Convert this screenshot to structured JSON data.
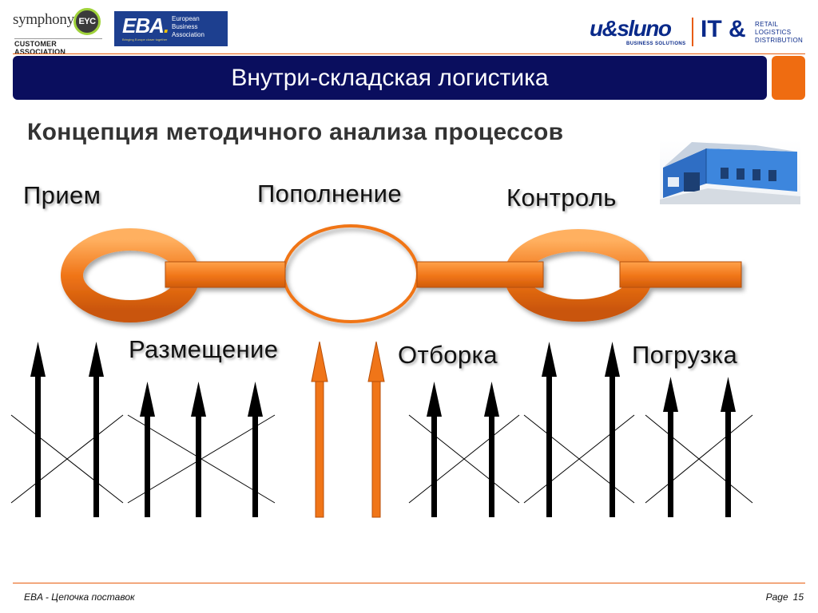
{
  "header": {
    "symphony": {
      "word": "symphony",
      "mark": "EYC",
      "sub": "CUSTOMER ASSOCIATION"
    },
    "eba": {
      "mark": "EBA",
      "lines": [
        "European",
        "Business",
        "Association"
      ],
      "tagline": "Bringing Europe closer together"
    },
    "usluno": {
      "brand": "u&sluno",
      "brand_sub": "BUSINESS SOLUTIONS",
      "it": "IT &",
      "it_lines": [
        "RETAIL",
        "LOGISTICS",
        "DISTRIBUTION"
      ]
    }
  },
  "title": "Внутри-складская логистика",
  "subtitle": "Концепция методичного анализа процессов",
  "stages_top": [
    "Прием",
    "Пополнение",
    "Контроль"
  ],
  "stages_bottom": [
    "Размещение",
    "Отборка",
    "Погрузка"
  ],
  "colors": {
    "title_bar": "#0a0e5e",
    "accent": "#ef6c11",
    "chain": "#f07518",
    "arrow_black": "#000000",
    "arrow_orange": "#f07518"
  },
  "footer": {
    "left": "EBA - Цепочка поставок",
    "page_label": "Page",
    "page_number": "15"
  }
}
